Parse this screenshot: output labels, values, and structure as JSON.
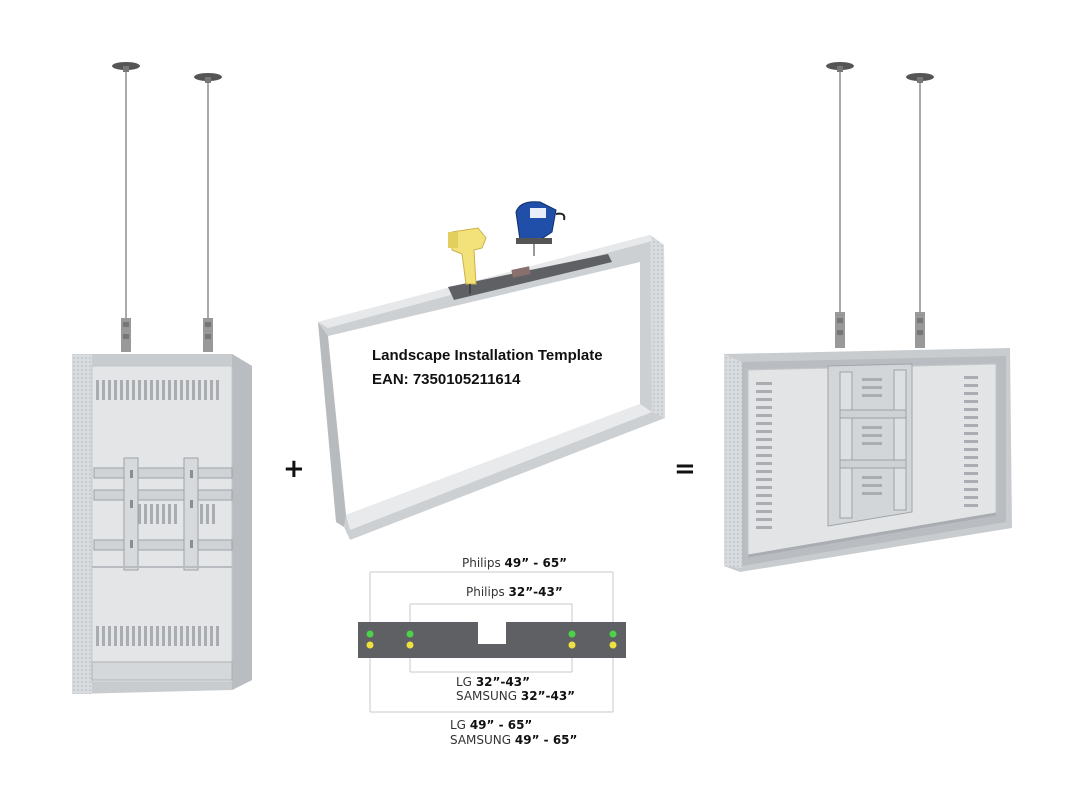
{
  "template": {
    "title": "Landscape Installation Template",
    "ean": "EAN: 7350105211614"
  },
  "operators": {
    "plus": "+",
    "equals": "="
  },
  "dimensions": {
    "philips_large": {
      "brand": "Philips",
      "size": "49” - 65”"
    },
    "philips_small": {
      "brand": "Philips",
      "size": "32”-43”"
    },
    "lg_small": {
      "brand": "LG",
      "size": "32”-43”"
    },
    "samsung_small": {
      "brand": "SAMSUNG",
      "size": "32”-43”"
    },
    "lg_large": {
      "brand": "LG",
      "size": "49” - 65”"
    },
    "samsung_large": {
      "brand": "SAMSUNG",
      "size": "49” - 65”"
    }
  },
  "colors": {
    "enclosure": "#e2e4e6",
    "frame": "#cfd2d5",
    "bracket": "#5e6064",
    "hole_green": "#4cd24a",
    "hole_yellow": "#f0e040"
  },
  "icons": [
    "glue-gun-icon",
    "jigsaw-icon"
  ]
}
